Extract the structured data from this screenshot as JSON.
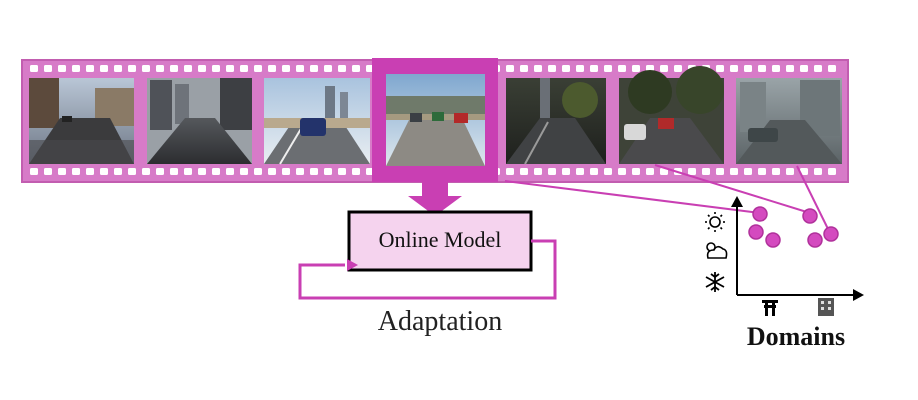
{
  "diagram": {
    "accent_color": "#c93fb3",
    "accent_light": "#f5d3ee",
    "online_model_label": "Online Model",
    "adaptation_label": "Adaptation",
    "domains_label": "Domains",
    "weather_icons": [
      "sun-icon",
      "cloud-sun-icon",
      "snowflake-icon"
    ],
    "domain_axis_icons": [
      "highway-icon",
      "city-building-icon"
    ],
    "frames": [
      {
        "scene": "town street, gravel road",
        "highlighted": false
      },
      {
        "scene": "city street with tall buildings",
        "highlighted": false
      },
      {
        "scene": "road with blue car and skyscrapers",
        "highlighted": false
      },
      {
        "scene": "highway with cars ahead",
        "highlighted": true
      },
      {
        "scene": "dark road with trees",
        "highlighted": false
      },
      {
        "scene": "tree-lined street with parked cars",
        "highlighted": false
      },
      {
        "scene": "foggy city street",
        "highlighted": false
      }
    ]
  }
}
